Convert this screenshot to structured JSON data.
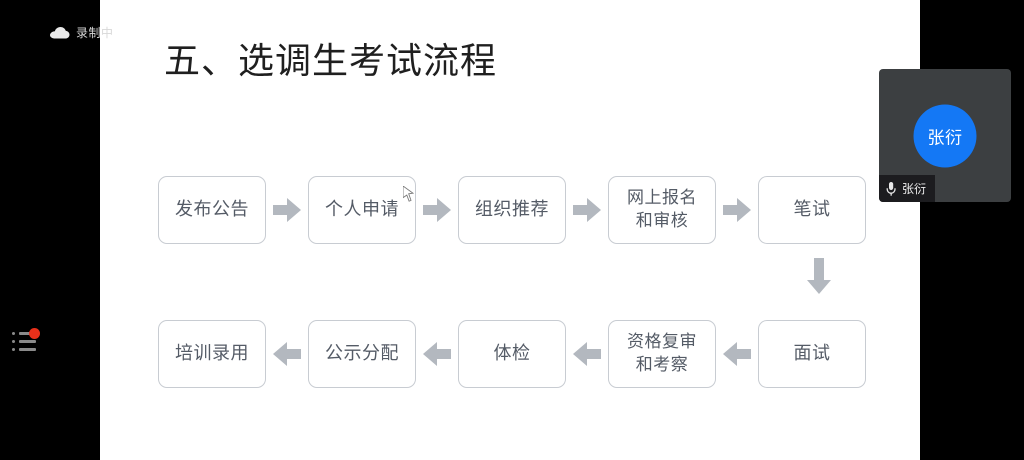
{
  "recording": {
    "icon": "cloud-icon",
    "label": "录制中"
  },
  "left_dock": {
    "list_icon": "bulleted-list-icon",
    "badge": ""
  },
  "slide": {
    "title": "五、选调生考试流程",
    "flow": {
      "row1": {
        "direction": "right",
        "boxes": [
          {
            "label": "发布公告"
          },
          {
            "label": "个人申请"
          },
          {
            "label": "组织推荐"
          },
          {
            "label": "网上报名\n和审核",
            "line1": "网上报名",
            "line2": "和审核"
          },
          {
            "label": "笔试"
          }
        ]
      },
      "connector_down": "arrow-down-icon",
      "row2": {
        "direction": "left",
        "boxes": [
          {
            "label": "培训录用"
          },
          {
            "label": "公示分配"
          },
          {
            "label": "体检"
          },
          {
            "label": "资格复审\n和考察",
            "line1": "资格复审",
            "line2": "和考察"
          },
          {
            "label": "面试"
          }
        ]
      }
    }
  },
  "participant": {
    "avatar_initials": "张衍",
    "name": "张衍",
    "mic_icon": "microphone-icon",
    "avatar_color": "#1478f5",
    "tile_color": "#3c3f41"
  },
  "colors": {
    "slide_background": "#ffffff",
    "app_background": "#000000",
    "box_border": "#c8ccd2",
    "box_text": "#545b66",
    "arrow_fill": "#b3b8bf",
    "badge_red": "#e8301a"
  }
}
